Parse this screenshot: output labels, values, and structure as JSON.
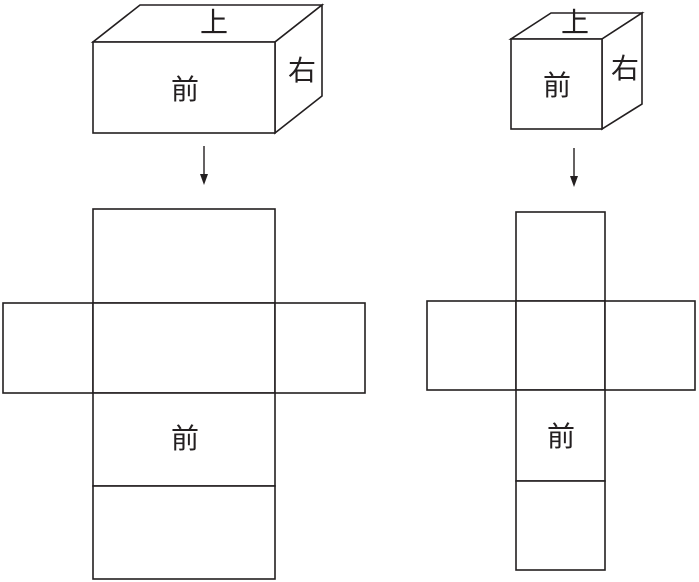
{
  "colors": {
    "stroke": "#231f20",
    "background": "#ffffff"
  },
  "left_figure": {
    "box_labels": {
      "top": "上",
      "front": "前",
      "right": "右"
    },
    "net_labels": {
      "front": "前"
    }
  },
  "right_figure": {
    "cube_labels": {
      "top": "上",
      "front": "前",
      "right": "右"
    },
    "net_labels": {
      "front": "前"
    }
  },
  "arrow_icon": "down-arrow-icon"
}
